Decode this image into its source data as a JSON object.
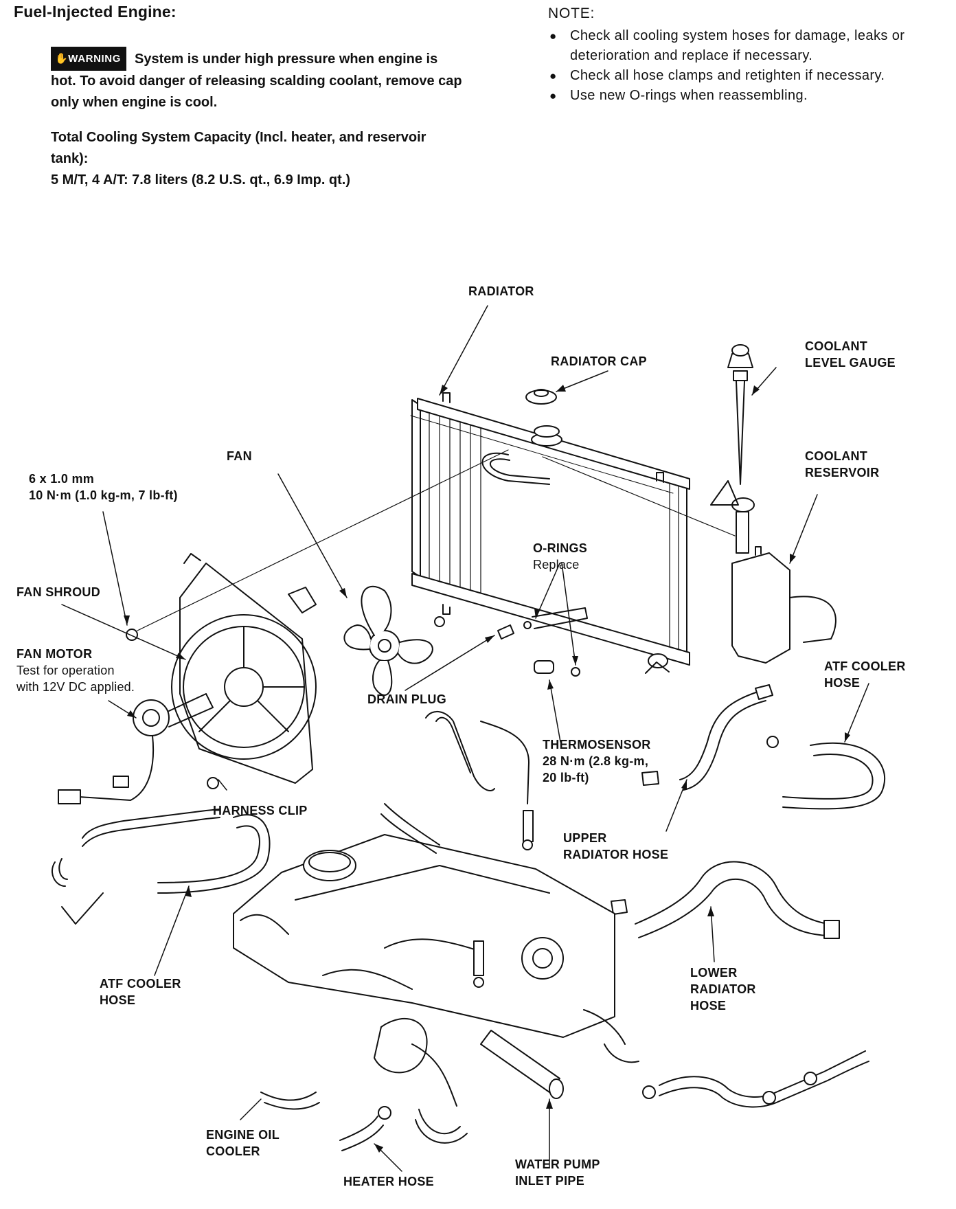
{
  "header": {
    "title": "Fuel-Injected Engine:",
    "warning_badge": "WARNING",
    "warning_text": "System is under high pressure when engine is hot. To avoid danger of releasing scalding coolant, remove cap only when engine is cool.",
    "capacity_heading": "Total Cooling System Capacity (Incl. heater, and reservoir tank):",
    "capacity_value": "5 M/T, 4 A/T: 7.8 liters (8.2 U.S. qt., 6.9 Imp. qt.)"
  },
  "note": {
    "title": "NOTE:",
    "items": [
      "Check all cooling system hoses for damage, leaks or deterioration and replace if necessary.",
      "Check all hose clamps and retighten if necessary.",
      "Use new O-rings when reassembling."
    ]
  },
  "labels": {
    "radiator": "RADIATOR",
    "radiator_cap": "RADIATOR CAP",
    "coolant_level_gauge": "COOLANT\nLEVEL GAUGE",
    "coolant_reservoir": "COOLANT\nRESERVOIR",
    "fan": "FAN",
    "bolt_spec": "6 x 1.0 mm\n10 N·m (1.0 kg-m, 7 lb-ft)",
    "fan_shroud": "FAN SHROUD",
    "fan_motor": "FAN MOTOR",
    "fan_motor_note": "Test for operation\nwith 12V DC applied.",
    "o_rings": "O-RINGS",
    "o_rings_note": "Replace",
    "drain_plug": "DRAIN PLUG",
    "thermosensor": "THERMOSENSOR\n28 N·m (2.8 kg-m,\n20 lb-ft)",
    "atf_cooler_hose_right": "ATF COOLER\nHOSE",
    "harness_clip": "HARNESS CLIP",
    "upper_radiator_hose": "UPPER\nRADIATOR HOSE",
    "atf_cooler_hose_left": "ATF COOLER\nHOSE",
    "lower_radiator_hose": "LOWER\nRADIATOR\nHOSE",
    "engine_oil_cooler": "ENGINE OIL\nCOOLER",
    "heater_hose": "HEATER HOSE",
    "water_pump_inlet_pipe": "WATER PUMP\nINLET PIPE"
  }
}
